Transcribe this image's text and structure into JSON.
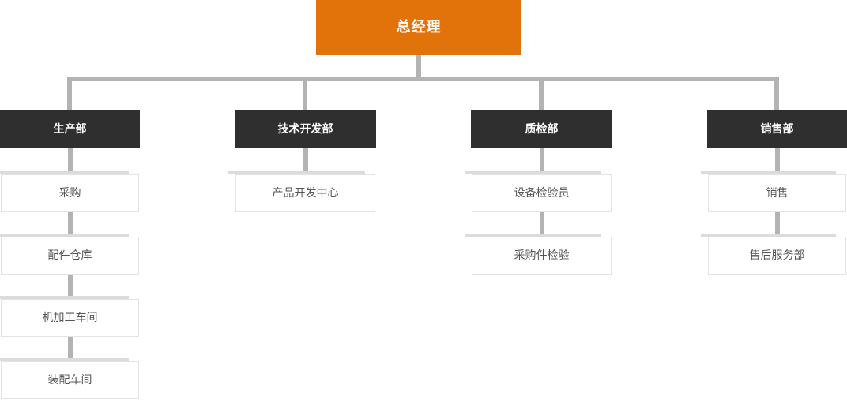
{
  "org": {
    "title": "总经理",
    "root": {
      "label": "总经理"
    },
    "departments": [
      {
        "label": "生产部",
        "children": [
          "采购",
          "配件仓库",
          "机加工车间",
          "装配车间"
        ]
      },
      {
        "label": "技术开发部",
        "children": [
          "产品开发中心"
        ]
      },
      {
        "label": "质检部",
        "children": [
          "设备检验员",
          "采购件检验"
        ]
      },
      {
        "label": "销售部",
        "children": [
          "销售",
          "售后服务部"
        ]
      }
    ],
    "colors": {
      "root_bg": "#E2720A",
      "dept_bg": "#2F2F2F",
      "connector": "#B3B3B3",
      "leaf_border": "#E3E3E3",
      "leaf_accent": "#DCDCDC",
      "leaf_text": "#555555"
    }
  }
}
